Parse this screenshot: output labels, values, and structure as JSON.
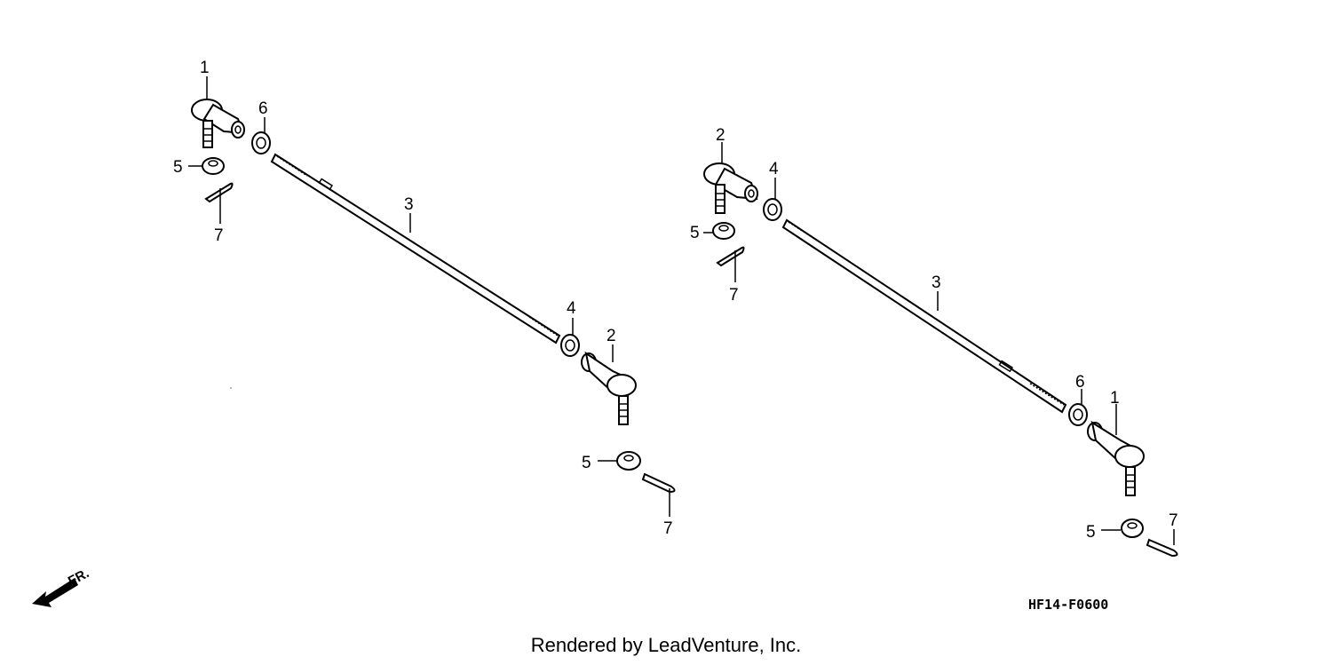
{
  "callouts": {
    "left": {
      "p1": "1",
      "p6": "6",
      "p5": "5",
      "p7": "7",
      "p3": "3",
      "p4": "4",
      "p2": "2",
      "p5b": "5",
      "p7b": "7"
    },
    "right": {
      "p2": "2",
      "p4": "4",
      "p5": "5",
      "p7": "7",
      "p3": "3",
      "p6": "6",
      "p1": "1",
      "p5b": "5",
      "p7b": "7"
    }
  },
  "direction_label": "FR.",
  "diagram_code": "HF14-F0600",
  "footer": "Rendered by LeadVenture, Inc.",
  "icons": [
    "tie-rod-end-icon",
    "lock-nut-icon",
    "castle-nut-icon",
    "cotter-pin-icon",
    "tie-rod-icon",
    "front-arrow-icon"
  ]
}
